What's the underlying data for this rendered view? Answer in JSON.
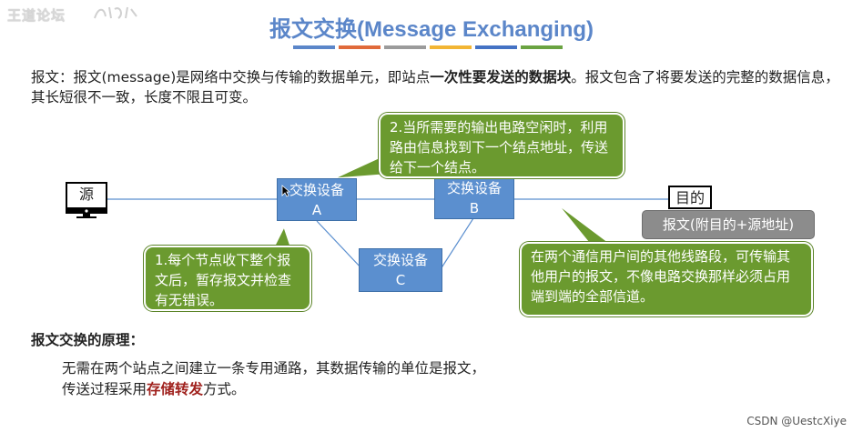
{
  "brand": {
    "text": "王道论坛"
  },
  "title": "报文交换(Message Exchanging)",
  "accent_bars": [
    "#5b86c9",
    "#e06a3a",
    "#9b9b9b",
    "#f2b534",
    "#4472c4",
    "#6aa341"
  ],
  "intro": {
    "p1": "报文：报文(message)是网络中交换与传输的数据单元，即站点",
    "bold": "一次性要发送的数据块",
    "p2": "。报文包含了将要发送的完整的数据信息，其长短很不一致，长度不限且可变。"
  },
  "diagram": {
    "source_label": "源",
    "dest_label": "目的",
    "node_a": {
      "line1": "交换设备",
      "line2": "A"
    },
    "node_b": {
      "line1": "交换设备",
      "line2": "B"
    },
    "node_c": {
      "line1": "交换设备",
      "line2": "C"
    },
    "message_label": "报文(附目的+源地址)",
    "callout_top": "2.当所需要的输出电路空闲时，利用路由信息找到下一个结点地址，传送给下一个结点。",
    "callout_left": "1.每个节点收下整个报文后，暂存报文并检查有无错误。",
    "callout_right": "在两个通信用户间的其他线路段，可传输其他用户的报文，不像电路交换那样必须占用端到端的全部信道。"
  },
  "principle": {
    "heading": "报文交换的原理：",
    "p1": "无需在两个站点之间建立一条专用通路，其数据传输的单位是报文，传送过程采用",
    "highlight": "存储转发",
    "p2": "方式。"
  },
  "watermark": "CSDN @UestcXiye"
}
